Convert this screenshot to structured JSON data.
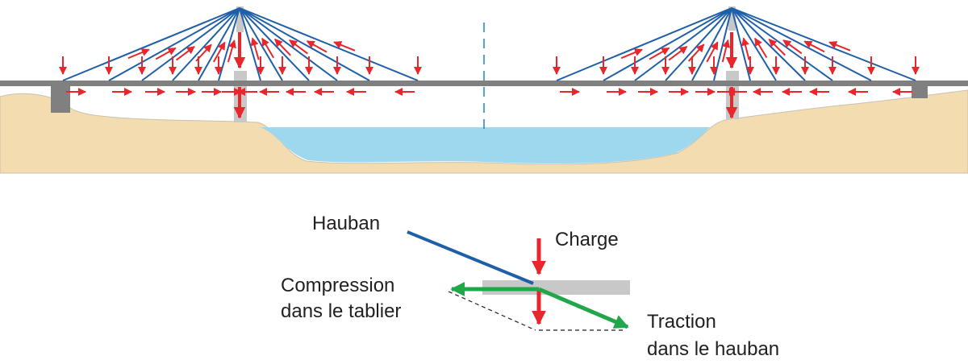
{
  "legend": {
    "hauban": "Hauban",
    "charge": "Charge",
    "compression_line1": "Compression",
    "compression_line2": "dans le tablier",
    "traction_line1": "Traction",
    "traction_line2": "dans le hauban"
  },
  "colors": {
    "cable": "#1f5fa8",
    "force_arrow": "#e8262b",
    "resultant_arrow": "#22a64a",
    "deck": "#808080",
    "pylon": "#c8c8c8",
    "ground": "#f3dcaf",
    "water": "#9dd8ee"
  }
}
